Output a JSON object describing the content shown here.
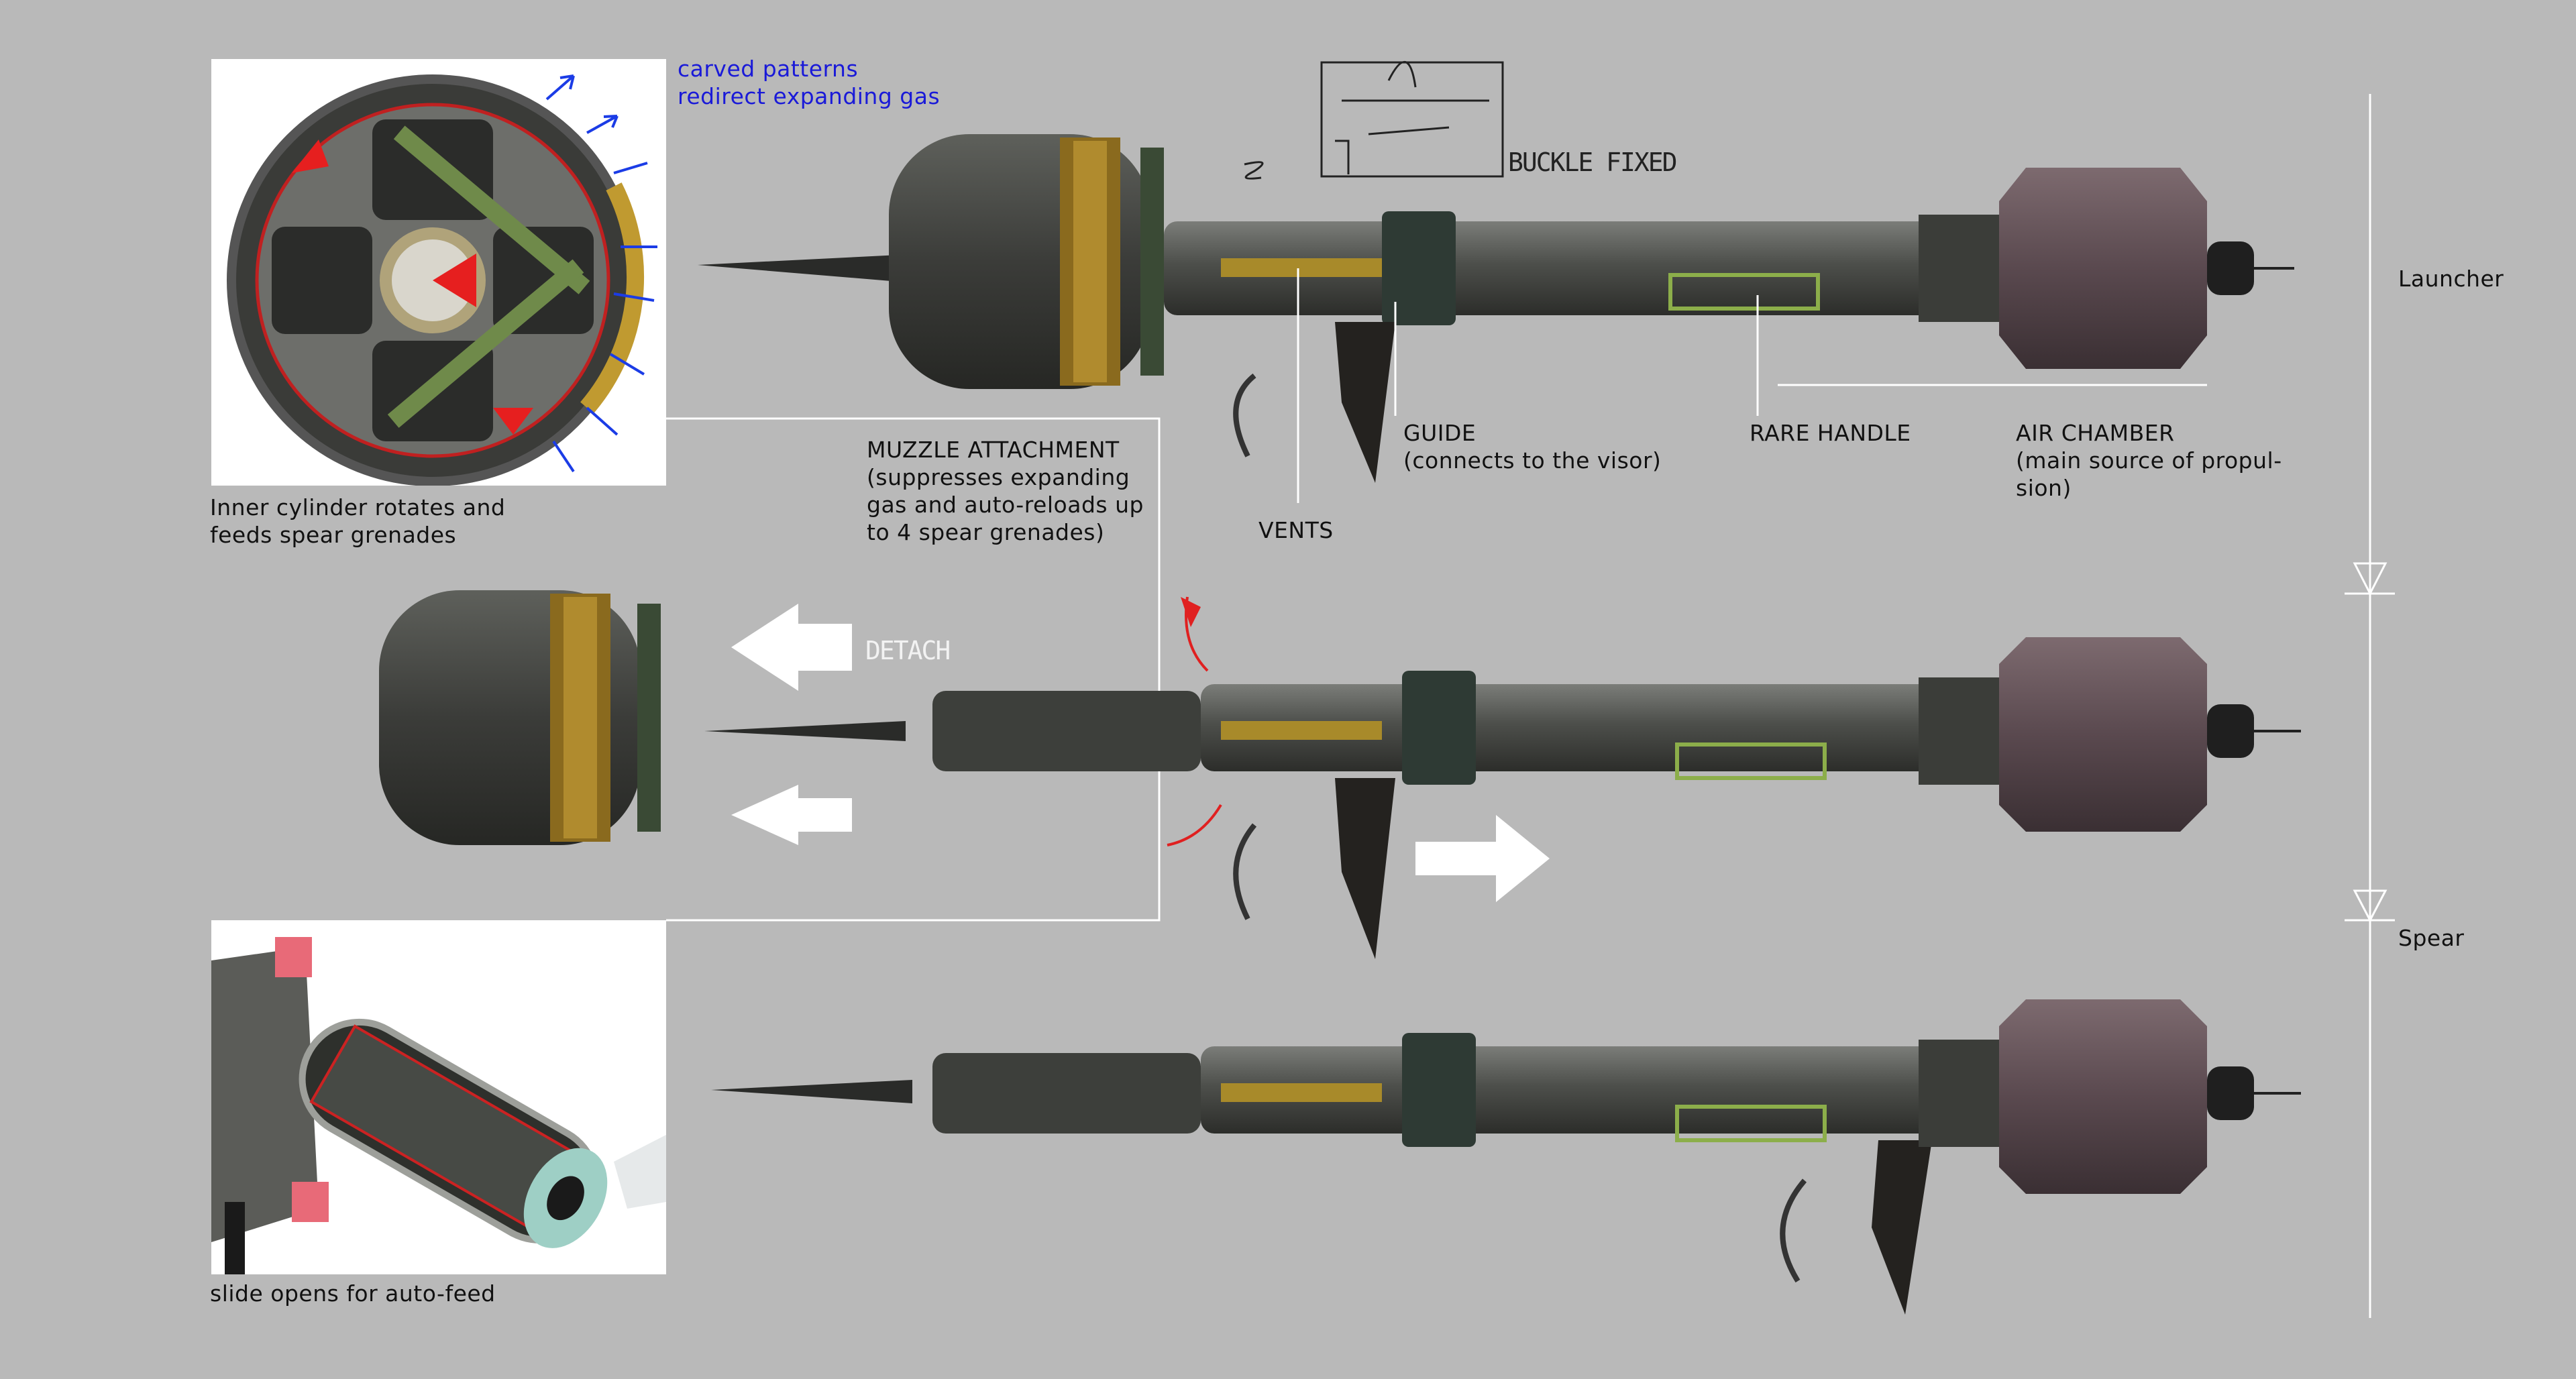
{
  "notes": {
    "carved": [
      "carved patterns",
      "redirect expanding gas"
    ],
    "inner_cylinder": [
      "Inner cylinder rotates and",
      "feeds spear grenades"
    ],
    "slide": "slide opens for auto-feed",
    "buckle": "BUCKLE FIXED",
    "detach": "DETACH"
  },
  "callouts": {
    "muzzle": [
      "MUZZLE ATTACHMENT",
      "(suppresses expanding",
      "gas and auto-reloads up",
      "to 4 spear grenades)"
    ],
    "vents": "VENTS",
    "guide": [
      "GUIDE",
      "(connects to the visor)"
    ],
    "handle": "RARE HANDLE",
    "air": [
      "AIR CHAMBER",
      "(main source of propul-",
      "sion)"
    ]
  },
  "modes": {
    "launcher": "Launcher",
    "spear": "Spear"
  },
  "colors": {
    "background": "#b9b9b9",
    "annotation_blue": "#1a1ad8",
    "arrow_red": "#e02020",
    "brass": "#b08a2a"
  }
}
